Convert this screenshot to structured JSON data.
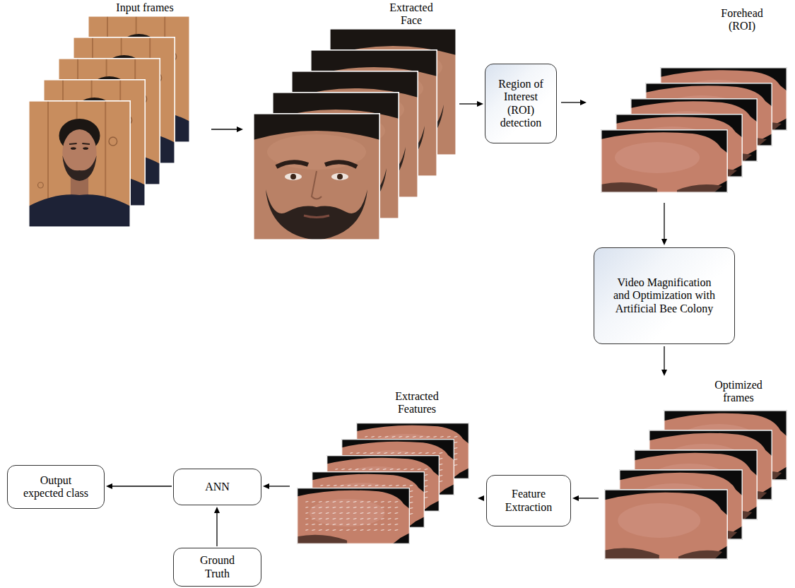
{
  "diagram": {
    "nodes": [
      {
        "text": [
          "Input frames"
        ]
      },
      {
        "text": [
          "Extracted Face"
        ]
      },
      {
        "text": [
          "Region of Interest (ROI) detection"
        ]
      },
      {
        "text": [
          "Forehead (ROI)"
        ]
      },
      {
        "text": [
          "Video Magnification and Optimization with Artificial Bee Colony"
        ]
      },
      {
        "text": [
          "Optimized frames"
        ]
      },
      {
        "text": [
          "Feature Extraction"
        ]
      },
      {
        "text": [
          "Extracted Features"
        ]
      },
      {
        "text": [
          "ANN"
        ]
      },
      {
        "text": [
          "Output expected class"
        ]
      },
      {
        "text": [
          "Ground Truth"
        ]
      }
    ],
    "edges": [
      {
        "from": 0,
        "to": 1,
        "arrow": "to"
      },
      {
        "from": 1,
        "to": 2,
        "arrow": "to"
      },
      {
        "from": 2,
        "to": 3,
        "arrow": "to"
      },
      {
        "from": 3,
        "to": 4,
        "arrow": "to"
      },
      {
        "from": 4,
        "to": 5,
        "arrow": "to"
      },
      {
        "from": 5,
        "to": 6,
        "arrow": "to"
      },
      {
        "from": 6,
        "to": 7,
        "arrow": "to"
      },
      {
        "from": 7,
        "to": 8,
        "arrow": "to"
      },
      {
        "from": 8,
        "to": 9,
        "arrow": "to"
      },
      {
        "from": 10,
        "to": 8,
        "arrow": "to"
      }
    ]
  }
}
